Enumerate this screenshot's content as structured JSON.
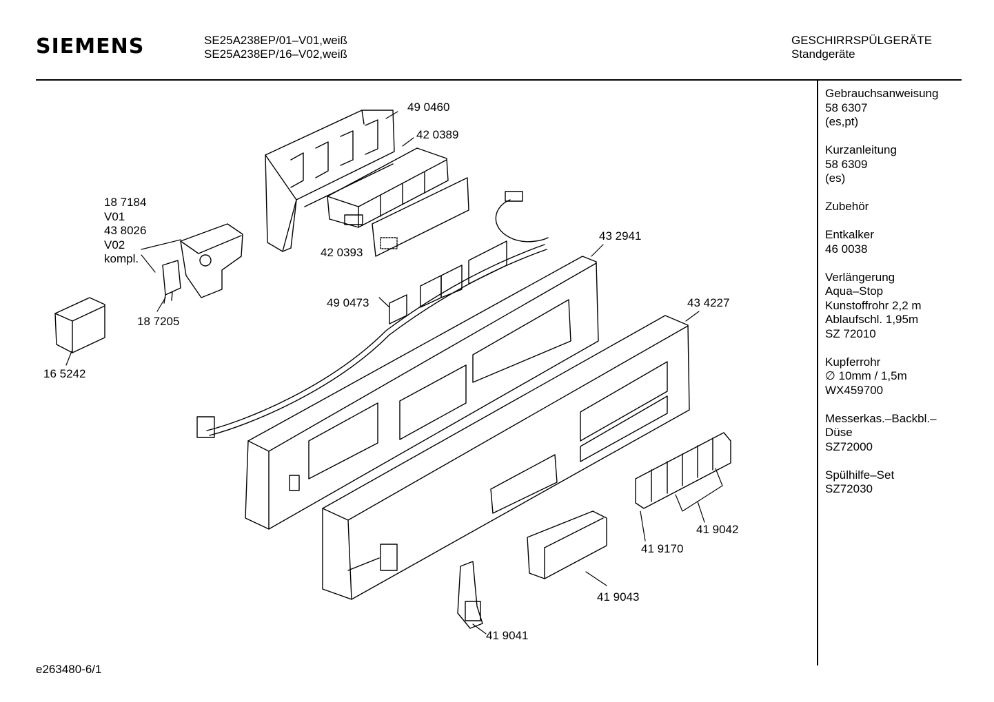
{
  "header": {
    "brand": "SIEMENS",
    "models": [
      "SE25A238EP/01–V01,weiß",
      "SE25A238EP/16–V02,weiß"
    ],
    "category": [
      "GESCHIRRSPÜLGERÄTE",
      "Standgeräte"
    ]
  },
  "sidebar": {
    "groups": [
      [
        "Gebrauchsanweisung",
        "58 6307",
        "(es,pt)"
      ],
      [
        "Kurzanleitung",
        "58 6309",
        "(es)"
      ],
      [
        "Zubehör"
      ],
      [
        "Entkalker",
        "46 0038"
      ],
      [
        "Verlängerung",
        "Aqua–Stop",
        "Kunstoffrohr 2,2 m",
        "Ablaufschl. 1,95m",
        "SZ 72010"
      ],
      [
        "Kupferrohr",
        "∅ 10mm / 1,5m",
        "WX459700"
      ],
      [
        "Messerkas.–Backbl.–",
        "Düse",
        "SZ72000"
      ],
      [
        "Spülhilfe–Set",
        "SZ72030"
      ]
    ]
  },
  "parts": [
    {
      "id": "490460",
      "label": "49 0460"
    },
    {
      "id": "420389",
      "label": "42 0389"
    },
    {
      "id": "187184",
      "label": "18 7184\nV01\n43 8026\nV02\nkompl."
    },
    {
      "id": "420393",
      "label": "42 0393"
    },
    {
      "id": "432941",
      "label": "43 2941"
    },
    {
      "id": "187205",
      "label": "18 7205"
    },
    {
      "id": "490473",
      "label": "49 0473"
    },
    {
      "id": "434227",
      "label": "43 4227"
    },
    {
      "id": "165242",
      "label": "16 5242"
    },
    {
      "id": "419042",
      "label": "41 9042"
    },
    {
      "id": "419170",
      "label": "41 9170"
    },
    {
      "id": "419043",
      "label": "41 9043"
    },
    {
      "id": "419041",
      "label": "41 9041"
    }
  ],
  "footer": {
    "doc_id": "e263480-6/1"
  }
}
